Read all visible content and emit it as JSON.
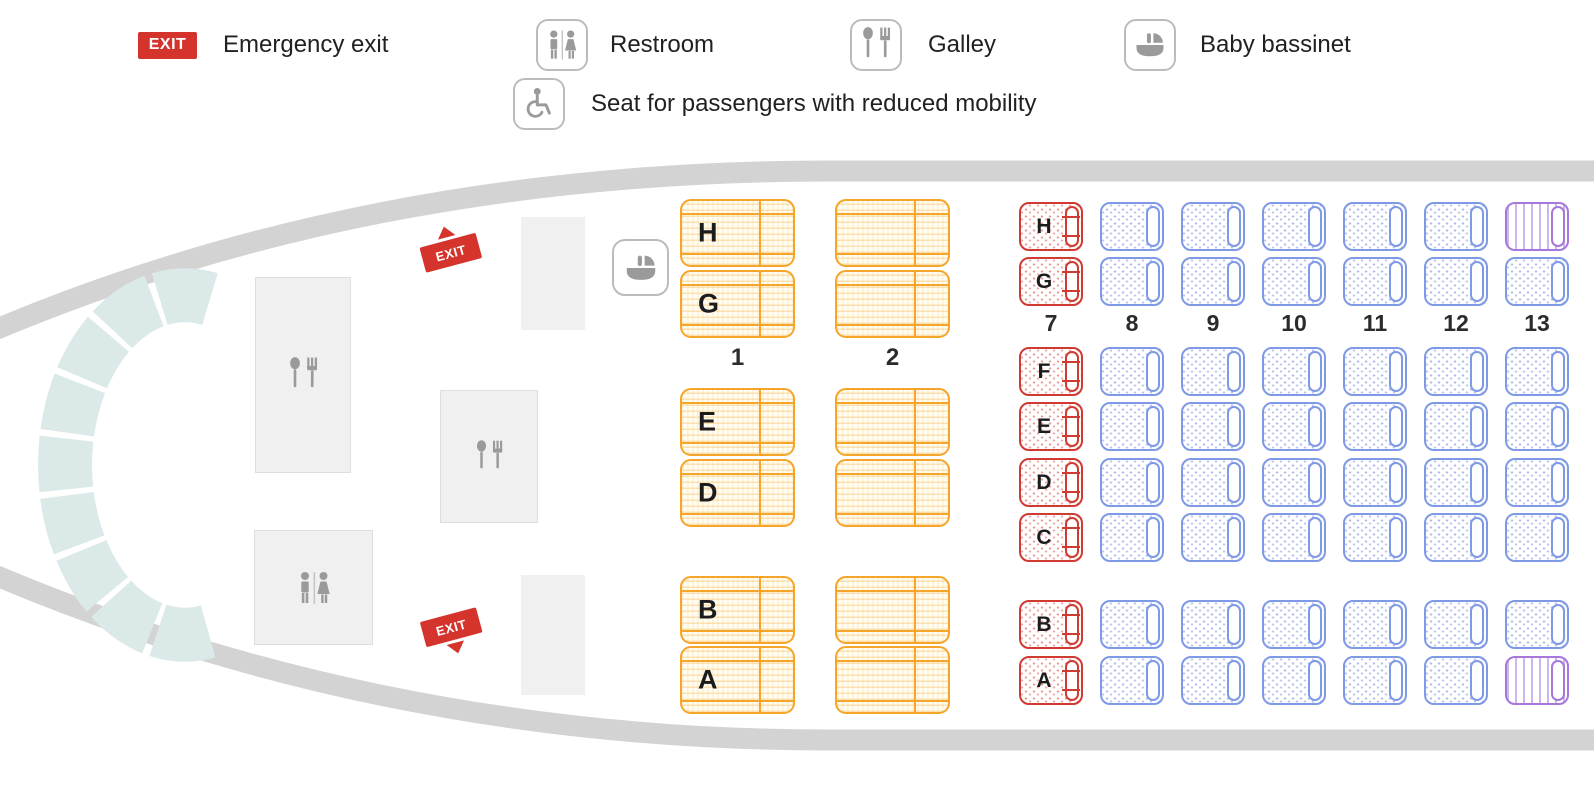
{
  "legend": {
    "exit_badge_text": "EXIT",
    "items": [
      {
        "icon": "emergency-exit-badge",
        "label": "Emergency exit"
      },
      {
        "icon": "restroom-icon",
        "label": "Restroom"
      },
      {
        "icon": "galley-icon",
        "label": "Galley"
      },
      {
        "icon": "baby-bassinet-icon",
        "label": "Baby bassinet"
      },
      {
        "icon": "reduced-mobility-icon",
        "label": "Seat for passengers with reduced mobility"
      }
    ]
  },
  "cabin": {
    "exit_signs": [
      {
        "text": "EXIT",
        "arrow": "up"
      },
      {
        "text": "EXIT",
        "arrow": "down"
      }
    ],
    "fixtures": [
      {
        "name": "galley-front",
        "icon": "galley-icon"
      },
      {
        "name": "stowage-front",
        "icon": ""
      },
      {
        "name": "galley-mid",
        "icon": "galley-icon"
      },
      {
        "name": "restroom-front",
        "icon": "restroom-icon"
      },
      {
        "name": "stowage-mid",
        "icon": ""
      },
      {
        "name": "bassinet-position",
        "icon": "baby-bassinet-icon"
      }
    ],
    "business": {
      "column_labels": [
        "1",
        "2"
      ],
      "sections": [
        {
          "rows": [
            "H",
            "G"
          ]
        },
        {
          "rows": [
            "E",
            "D"
          ]
        },
        {
          "rows": [
            "B",
            "A"
          ]
        }
      ]
    },
    "economy": {
      "column_labels": [
        "7",
        "8",
        "9",
        "10",
        "11",
        "12",
        "13"
      ],
      "sections": [
        {
          "rows": [
            "H",
            "G"
          ],
          "seats": [
            [
              "R",
              "B",
              "B",
              "B",
              "B",
              "B",
              "P"
            ],
            [
              "R",
              "B",
              "B",
              "B",
              "B",
              "B",
              "B"
            ]
          ]
        },
        {
          "rows": [
            "F",
            "E",
            "D",
            "C"
          ],
          "seats": [
            [
              "R",
              "B",
              "B",
              "B",
              "B",
              "B",
              "B"
            ],
            [
              "R",
              "B",
              "B",
              "B",
              "B",
              "B",
              "B"
            ],
            [
              "R",
              "B",
              "B",
              "B",
              "B",
              "B",
              "B"
            ],
            [
              "R",
              "B",
              "B",
              "B",
              "B",
              "B",
              "B"
            ]
          ]
        },
        {
          "rows": [
            "B",
            "A"
          ],
          "seats": [
            [
              "R",
              "B",
              "B",
              "B",
              "B",
              "B",
              "B"
            ],
            [
              "R",
              "B",
              "B",
              "B",
              "B",
              "B",
              "P"
            ]
          ]
        }
      ]
    },
    "seat_types": {
      "R": "accessible-red",
      "B": "standard-blue",
      "P": "reduced-mobility-purple"
    }
  },
  "colors": {
    "exit_red": "#d5342c",
    "business_yellow": "#f5a62a",
    "economy_blue": "#7e99e6",
    "economy_red": "#cf3a31",
    "mobility_purple": "#a678dc",
    "fuselage_gray": "#d3d3d3",
    "cockpit_pale": "#dce9e9",
    "fixture_gray": "#f0f0f0",
    "icon_gray": "#9a9a9a",
    "text": "#212121"
  }
}
